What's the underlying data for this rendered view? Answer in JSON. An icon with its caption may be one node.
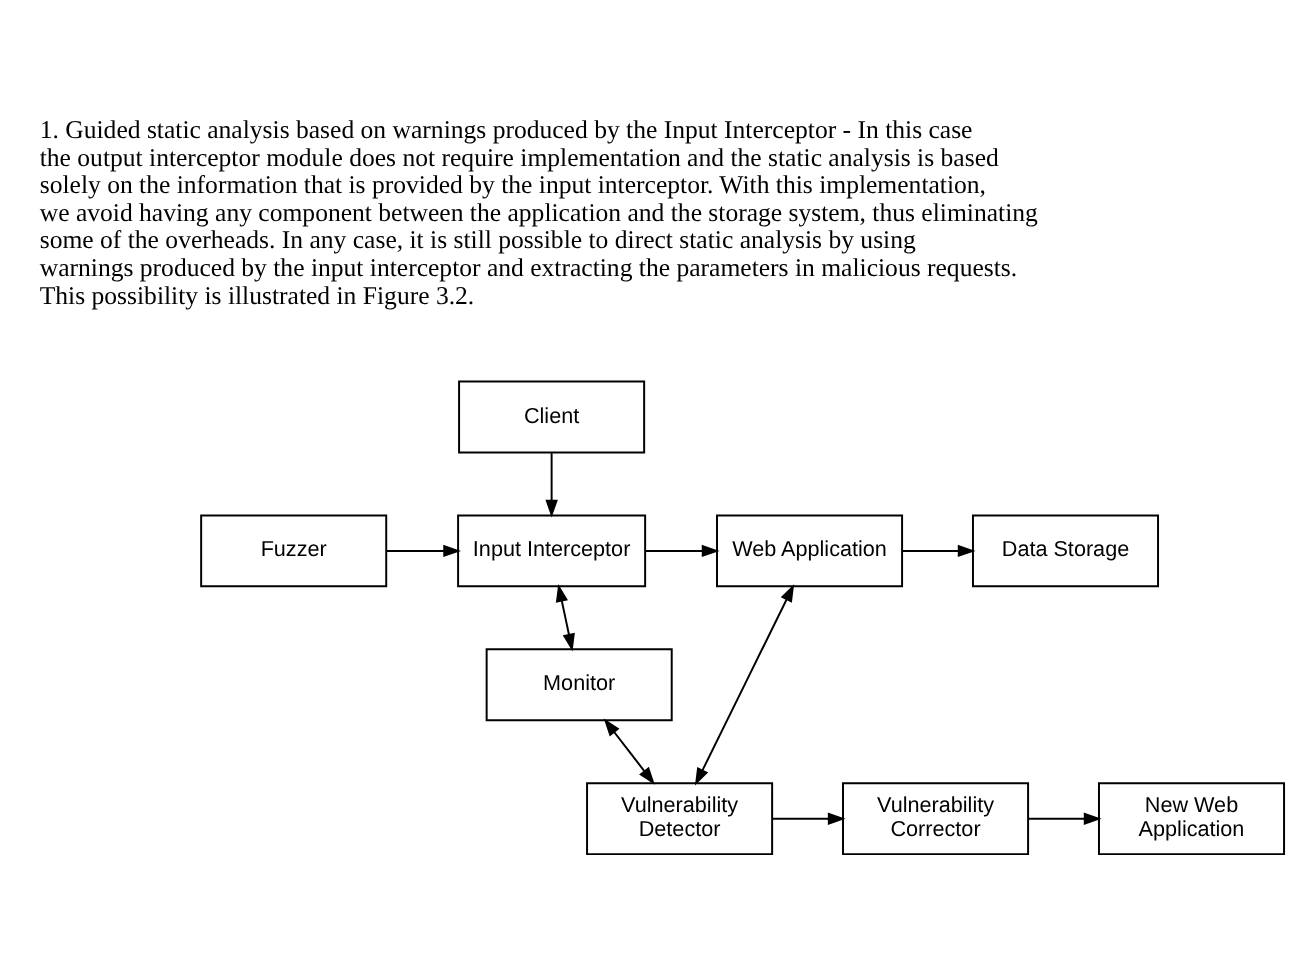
{
  "diagram": {
    "nodes": [
      {
        "text": [
          "Client"
        ]
      },
      {
        "text": [
          "Fuzzer"
        ]
      },
      {
        "text": [
          "Input Interceptor"
        ]
      },
      {
        "text": [
          "Web Application"
        ]
      },
      {
        "text": [
          "Data Storage"
        ]
      },
      {
        "text": [
          "Monitor"
        ]
      },
      {
        "text": [
          "Vulnerability Detector"
        ]
      },
      {
        "text": [
          "Vulnerability Corrector"
        ]
      },
      {
        "text": [
          "New Web Application"
        ]
      }
    ],
    "edges": [
      {
        "from": 0,
        "to": 2,
        "arrow": "to"
      },
      {
        "from": 1,
        "to": 2,
        "arrow": "to"
      },
      {
        "from": 2,
        "to": 3,
        "arrow": "to"
      },
      {
        "from": 3,
        "to": 4,
        "arrow": "to"
      },
      {
        "from": 2,
        "to": 5,
        "arrow": "both"
      },
      {
        "from": 3,
        "to": 6,
        "arrow": "both"
      },
      {
        "from": 5,
        "to": 6,
        "arrow": "both"
      },
      {
        "from": 6,
        "to": 7,
        "arrow": "to"
      },
      {
        "from": 7,
        "to": 8,
        "arrow": "to"
      }
    ],
    "labels": [
      "1. Guided static analysis based on warnings produced by the Input Interceptor - In this case the output interceptor module does not require implementation and the static analysis is based solely on the information that is provided by the input interceptor. With this implementation, we avoid having any component between the application and the storage system, thus eliminating some of the overheads. In any case, it is still possible to direct static analysis by using warnings produced by the input interceptor and extracting the parameters in malicious requests. This possibility is illustrated in Figure 3.2."
    ]
  }
}
